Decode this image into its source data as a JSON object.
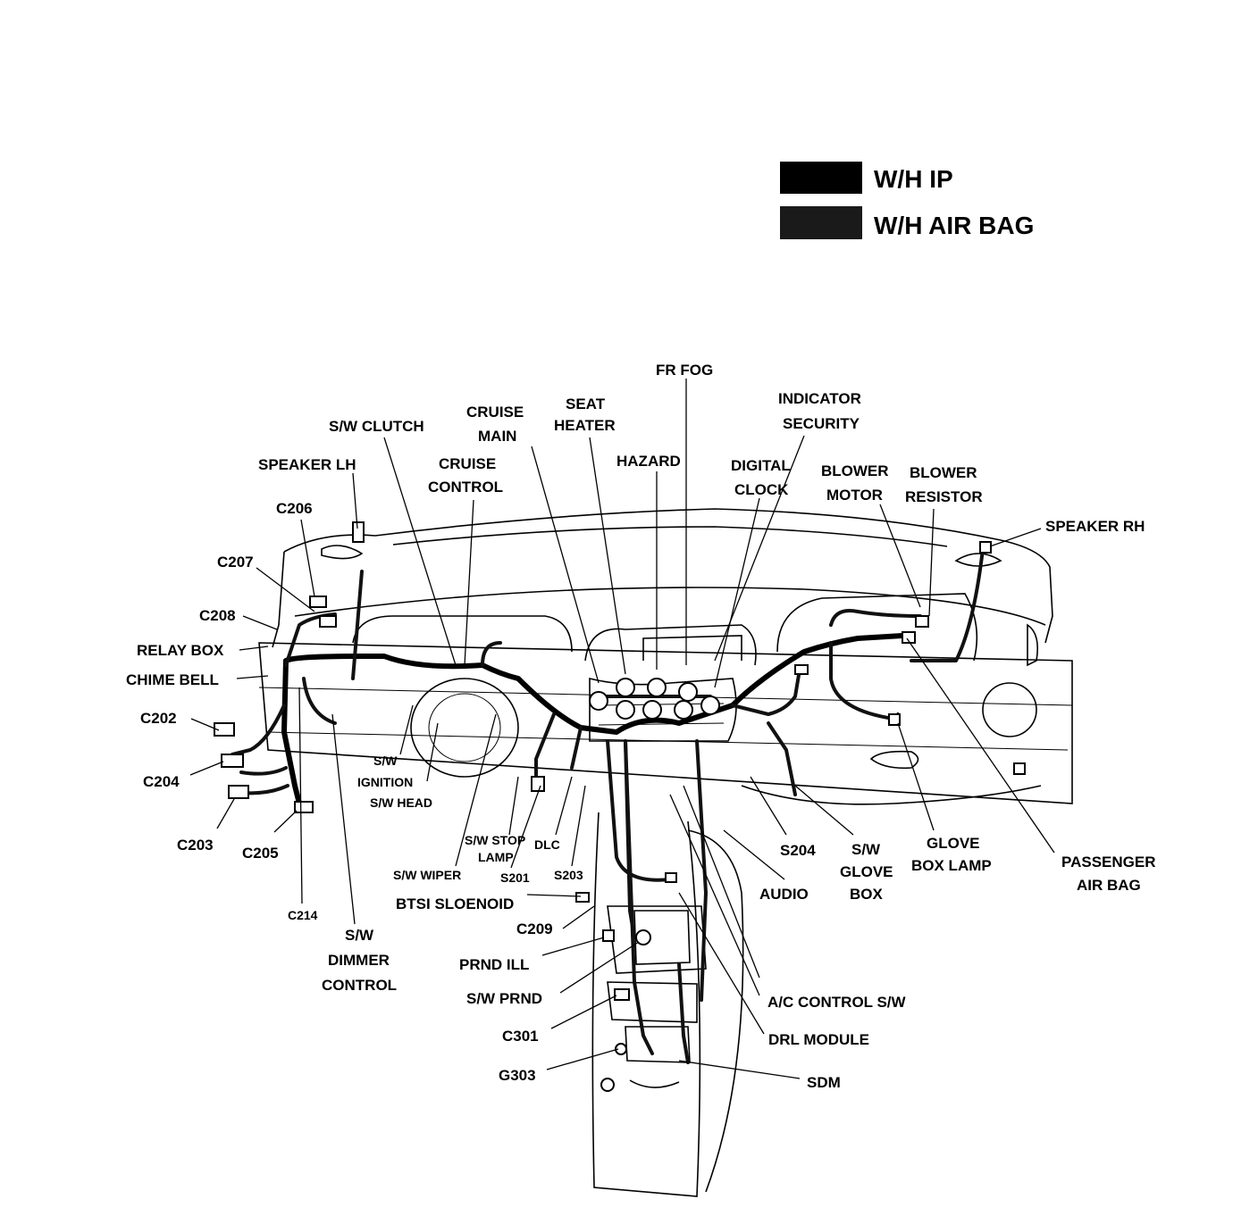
{
  "legend": [
    {
      "label": "W/H IP",
      "color": "#000000"
    },
    {
      "label": "W/H AIR BAG",
      "color": "#1a1a1a"
    }
  ],
  "labels": {
    "fr_fog": "FR FOG",
    "indicator": "INDICATOR",
    "security": "SECURITY",
    "seat": "SEAT",
    "heater": "HEATER",
    "cruise_main_1": "CRUISE",
    "cruise_main_2": "MAIN",
    "sw_clutch": "S/W CLUTCH",
    "cruise_control_1": "CRUISE",
    "cruise_control_2": "CONTROL",
    "hazard": "HAZARD",
    "digital": "DIGITAL",
    "clock": "CLOCK",
    "blower_motor_1": "BLOWER",
    "blower_motor_2": "MOTOR",
    "blower_resistor_1": "BLOWER",
    "blower_resistor_2": "RESISTOR",
    "speaker_lh": "SPEAKER LH",
    "speaker_rh": "SPEAKER RH",
    "c206": "C206",
    "c207": "C207",
    "c208": "C208",
    "relay_box": "RELAY BOX",
    "chime_bell": "CHIME BELL",
    "c202": "C202",
    "c204": "C204",
    "c203": "C203",
    "c205": "C205",
    "c214": "C214",
    "sw_dimmer_1": "S/W",
    "sw_dimmer_2": "DIMMER",
    "sw_dimmer_3": "CONTROL",
    "sw_ignition_1": "S/W",
    "sw_ignition_2": "IGNITION",
    "sw_head": "S/W HEAD",
    "sw_stop_1": "S/W STOP",
    "sw_stop_2": "LAMP",
    "dlc": "DLC",
    "s201": "S201",
    "s203": "S203",
    "sw_wiper": "S/W WIPER",
    "btsi": "BTSI SLOENOID",
    "c209": "C209",
    "prnd_ill": "PRND ILL",
    "sw_prnd": "S/W PRND",
    "c301": "C301",
    "g303": "G303",
    "s204": "S204",
    "audio": "AUDIO",
    "sw_glove_1": "S/W",
    "sw_glove_2": "GLOVE",
    "sw_glove_3": "BOX",
    "glove_lamp_1": "GLOVE",
    "glove_lamp_2": "BOX LAMP",
    "passenger_1": "PASSENGER",
    "passenger_2": "AIR BAG",
    "ac_control": "A/C CONTROL S/W",
    "drl_module": "DRL MODULE",
    "sdm": "SDM"
  }
}
